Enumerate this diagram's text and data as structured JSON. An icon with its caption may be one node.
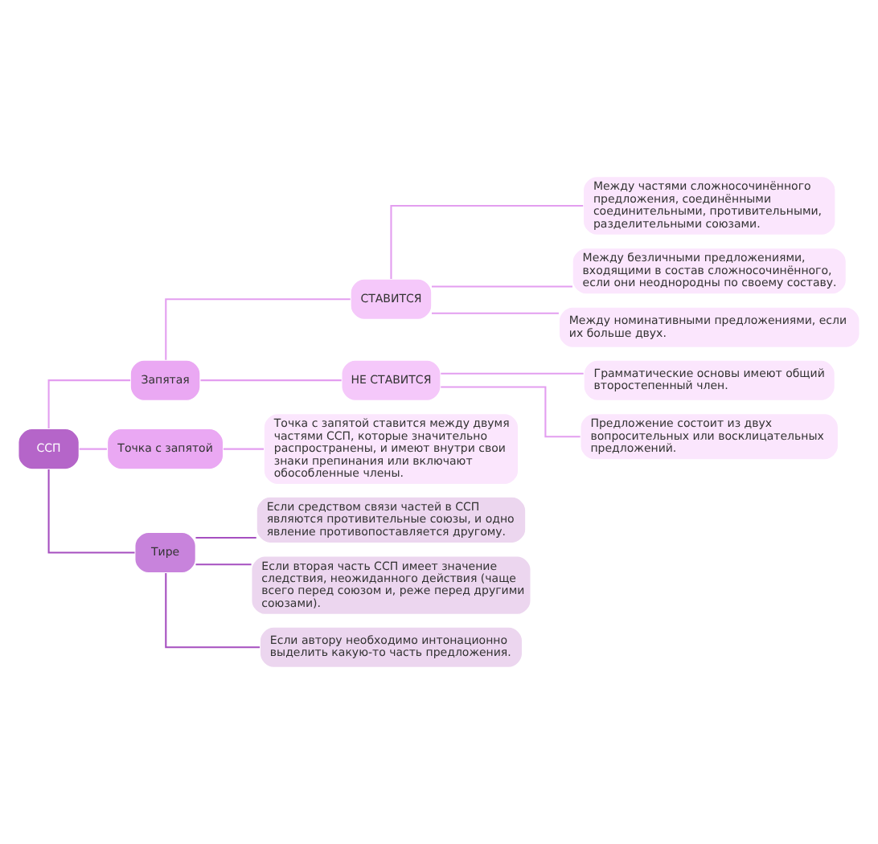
{
  "diagram": {
    "nodes": [
      {
        "text": [
          "ССП"
        ]
      },
      {
        "text": [
          "Запятая"
        ]
      },
      {
        "text": [
          "СТАВИТСЯ"
        ]
      },
      {
        "text": [
          "Между частями сложносочинённого предложения, соединёнными соединительными, противительными, разделительными союзами."
        ]
      },
      {
        "text": [
          "Между безличными предложениями, входящими в состав сложносочинённого, если они неоднородны по своему составу."
        ]
      },
      {
        "text": [
          "Между номинативными предложениями, если их больше двух."
        ]
      },
      {
        "text": [
          "НЕ СТАВИТСЯ"
        ]
      },
      {
        "text": [
          "Грамматические основы имеют общий второстепенный член."
        ]
      },
      {
        "text": [
          "Предложение состоит из двух вопросительных или восклицательных предложений."
        ]
      },
      {
        "text": [
          "Точка с запятой"
        ]
      },
      {
        "text": [
          "Точка с запятой ставится между двумя частями ССП, которые значительно распространены, и имеют внутри свои знаки препинания или включают обособленные члены."
        ]
      },
      {
        "text": [
          "Тире"
        ]
      },
      {
        "text": [
          "Если средством связи частей в ССП являются противительные союзы, и одно явление противопоставляется другому."
        ]
      },
      {
        "text": [
          "Если вторая часть ССП имеет значение следствия, неожиданного действия (чаще всего перед союзом и, реже перед другими союзами)."
        ]
      },
      {
        "text": [
          "Если автору необходимо интонационно выделить какую-то часть предложения."
        ]
      }
    ],
    "edges": [
      {
        "from": 0,
        "to": 1,
        "arrow": "none"
      },
      {
        "from": 1,
        "to": 2,
        "arrow": "none"
      },
      {
        "from": 2,
        "to": 3,
        "arrow": "none"
      },
      {
        "from": 2,
        "to": 4,
        "arrow": "none"
      },
      {
        "from": 2,
        "to": 5,
        "arrow": "none"
      },
      {
        "from": 1,
        "to": 6,
        "arrow": "none"
      },
      {
        "from": 6,
        "to": 7,
        "arrow": "none"
      },
      {
        "from": 6,
        "to": 8,
        "arrow": "none"
      },
      {
        "from": 0,
        "to": 9,
        "arrow": "none"
      },
      {
        "from": 9,
        "to": 10,
        "arrow": "none"
      },
      {
        "from": 0,
        "to": 11,
        "arrow": "none",
        "color": "#a64fc0"
      },
      {
        "from": 11,
        "to": 12,
        "arrow": "none",
        "color": "#a64fc0"
      },
      {
        "from": 11,
        "to": 13,
        "arrow": "none",
        "color": "#a64fc0"
      },
      {
        "from": 11,
        "to": 14,
        "arrow": "none",
        "color": "#a64fc0"
      }
    ]
  }
}
